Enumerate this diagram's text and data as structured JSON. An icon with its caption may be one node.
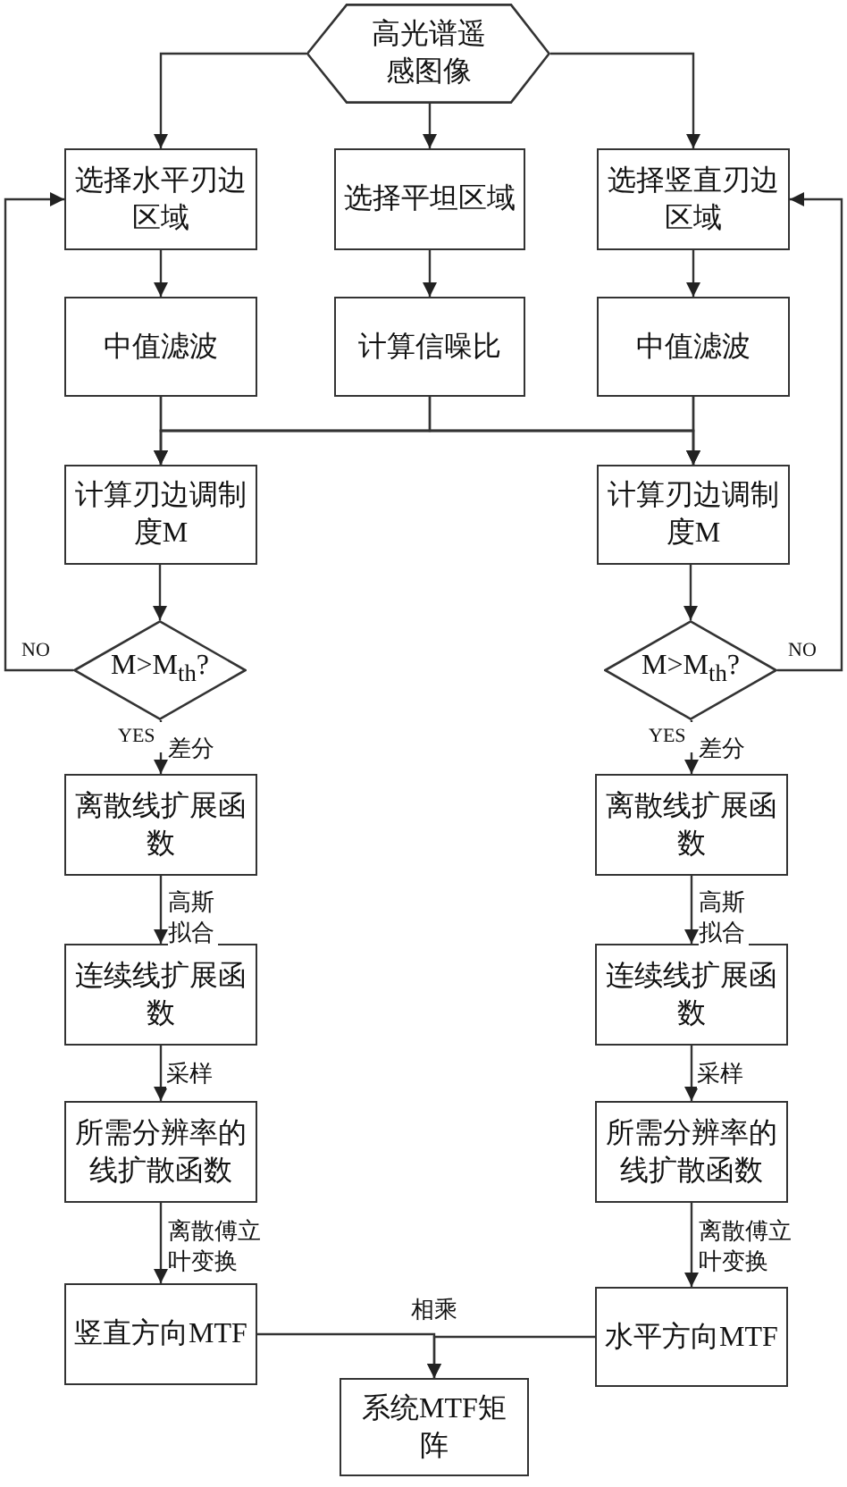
{
  "diagram": {
    "nodes": [
      {
        "text": [
          "高光谱遥感图像"
        ]
      },
      {
        "text": [
          "选择水平刃边区域"
        ]
      },
      {
        "text": [
          "选择平坦区域"
        ]
      },
      {
        "text": [
          "选择竖直刃边区域"
        ]
      },
      {
        "text": [
          "中值滤波"
        ]
      },
      {
        "text": [
          "计算信噪比"
        ]
      },
      {
        "text": [
          "中值滤波"
        ]
      },
      {
        "text": [
          "计算刃边调制度M"
        ]
      },
      {
        "text": [
          "计算刃边调制度M"
        ]
      },
      {
        "text": [
          "M>M$_{th}$?"
        ]
      },
      {
        "text": [
          "M>M$_{th}$?"
        ]
      },
      {
        "text": [
          "离散线扩展函数"
        ]
      },
      {
        "text": [
          "离散线扩展函数"
        ]
      },
      {
        "text": [
          "连续线扩展函数"
        ]
      },
      {
        "text": [
          "连续线扩展函数"
        ]
      },
      {
        "text": [
          "所需分辨率的线扩散函数"
        ]
      },
      {
        "text": [
          "所需分辨率的线扩散函数"
        ]
      },
      {
        "text": [
          "竖直方向MTF"
        ]
      },
      {
        "text": [
          "水平方向MTF"
        ]
      },
      {
        "text": [
          "系统MTF矩阵"
        ]
      }
    ],
    "edges": [
      {
        "from": 0,
        "to": 1,
        "arrow": "to"
      },
      {
        "from": 0,
        "to": 2,
        "arrow": "to"
      },
      {
        "from": 0,
        "to": 3,
        "arrow": "to"
      },
      {
        "from": 1,
        "to": 4,
        "arrow": "to"
      },
      {
        "from": 2,
        "to": 5,
        "arrow": "to"
      },
      {
        "from": 3,
        "to": 6,
        "arrow": "to"
      },
      {
        "from": 4,
        "to": 7,
        "arrow": "to"
      },
      {
        "from": 4,
        "to": 8,
        "arrow": "to"
      },
      {
        "from": 5,
        "to": 7,
        "arrow": "to"
      },
      {
        "from": 5,
        "to": 8,
        "arrow": "to"
      },
      {
        "from": 6,
        "to": 7,
        "arrow": "to"
      },
      {
        "from": 6,
        "to": 8,
        "arrow": "to"
      },
      {
        "from": 7,
        "to": 9,
        "arrow": "to"
      },
      {
        "from": 8,
        "to": 10,
        "arrow": "to"
      },
      {
        "from": 9,
        "to": 1,
        "arrow": "to",
        "label": "NO"
      },
      {
        "from": 10,
        "to": 3,
        "arrow": "to",
        "label": "NO"
      },
      {
        "from": 9,
        "to": 11,
        "arrow": "to",
        "label": "YES"
      },
      {
        "from": 10,
        "to": 12,
        "arrow": "to",
        "label": "YES"
      },
      {
        "from": 11,
        "to": 13,
        "arrow": "to",
        "label": "高斯拟合"
      },
      {
        "from": 12,
        "to": 14,
        "arrow": "to",
        "label": "高斯拟合"
      },
      {
        "from": 13,
        "to": 15,
        "arrow": "to",
        "label": "采样"
      },
      {
        "from": 14,
        "to": 16,
        "arrow": "to",
        "label": "采样"
      },
      {
        "from": 15,
        "to": 17,
        "arrow": "to",
        "label": "离散傅立叶变换"
      },
      {
        "from": 16,
        "to": 18,
        "arrow": "to",
        "label": "离散傅立叶变换"
      },
      {
        "from": 17,
        "to": 19,
        "arrow": "to",
        "label": "相乘"
      },
      {
        "from": 18,
        "to": 19,
        "arrow": "to"
      }
    ],
    "labels": [
      "差分",
      "差分"
    ]
  }
}
